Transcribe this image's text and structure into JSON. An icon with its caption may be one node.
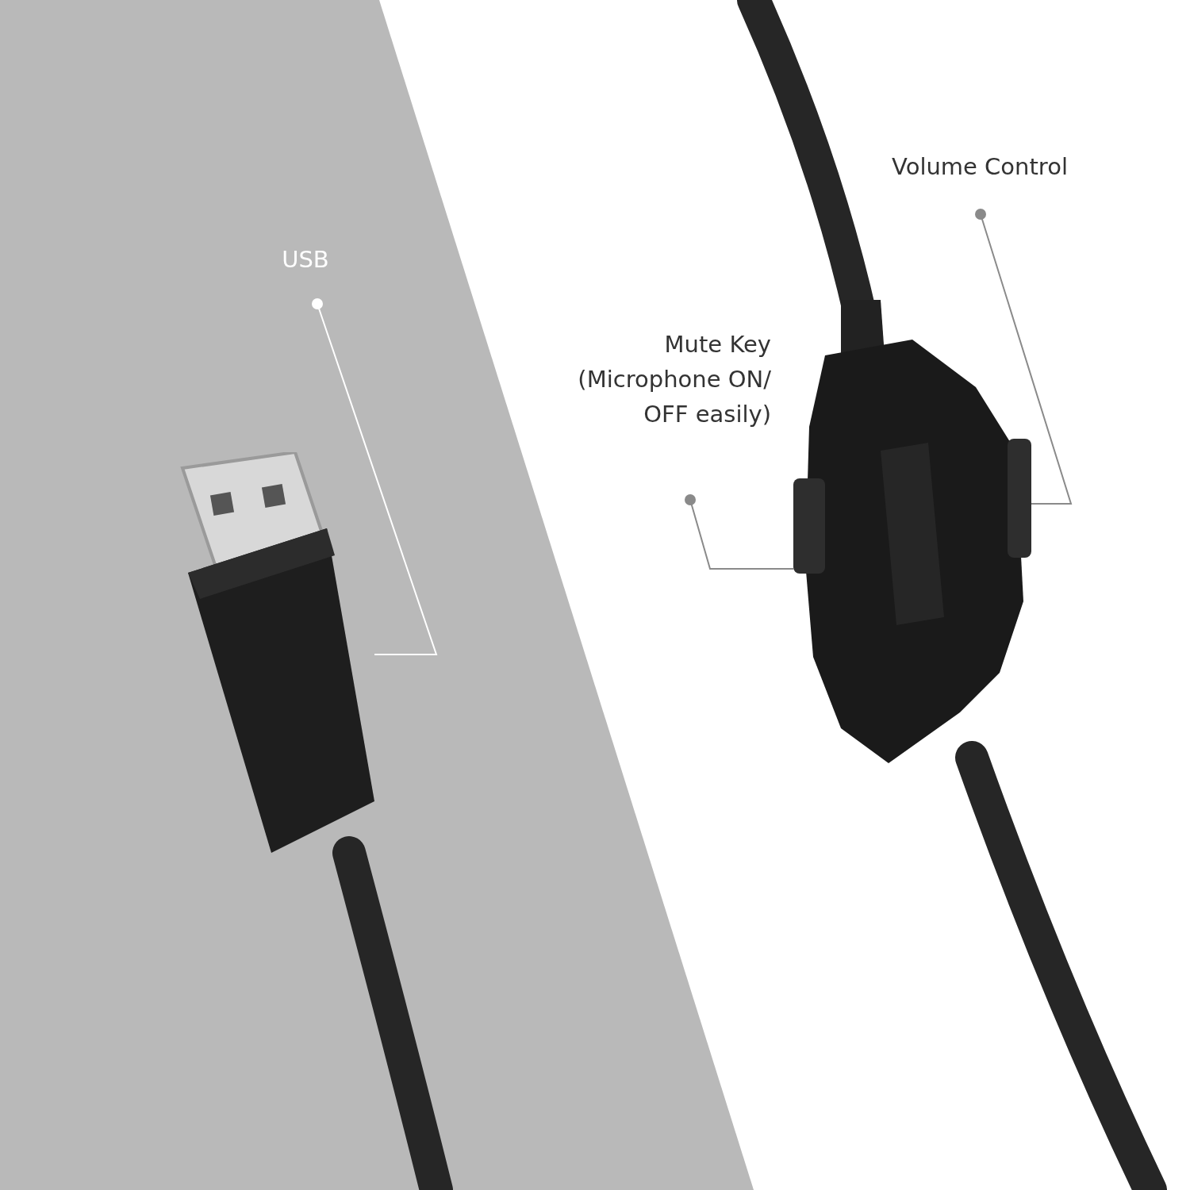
{
  "diagram": {
    "nodes": [
      {
        "text": [
          "Volume Control"
        ]
      },
      {
        "text": [
          "USB"
        ]
      },
      {
        "text": [
          "Mute Key",
          "(Microphone ON/ OFF easily)"
        ]
      },
      {
        "text": [],
        "shape": "picture"
      },
      {
        "text": [],
        "shape": "picture"
      }
    ],
    "edges": [
      {
        "from": 0,
        "to": 4,
        "arrow": "other"
      },
      {
        "from": 1,
        "to": 3,
        "arrow": "other",
        "color": "#ffffff"
      },
      {
        "from": 2,
        "to": 4,
        "arrow": "other"
      }
    ]
  }
}
